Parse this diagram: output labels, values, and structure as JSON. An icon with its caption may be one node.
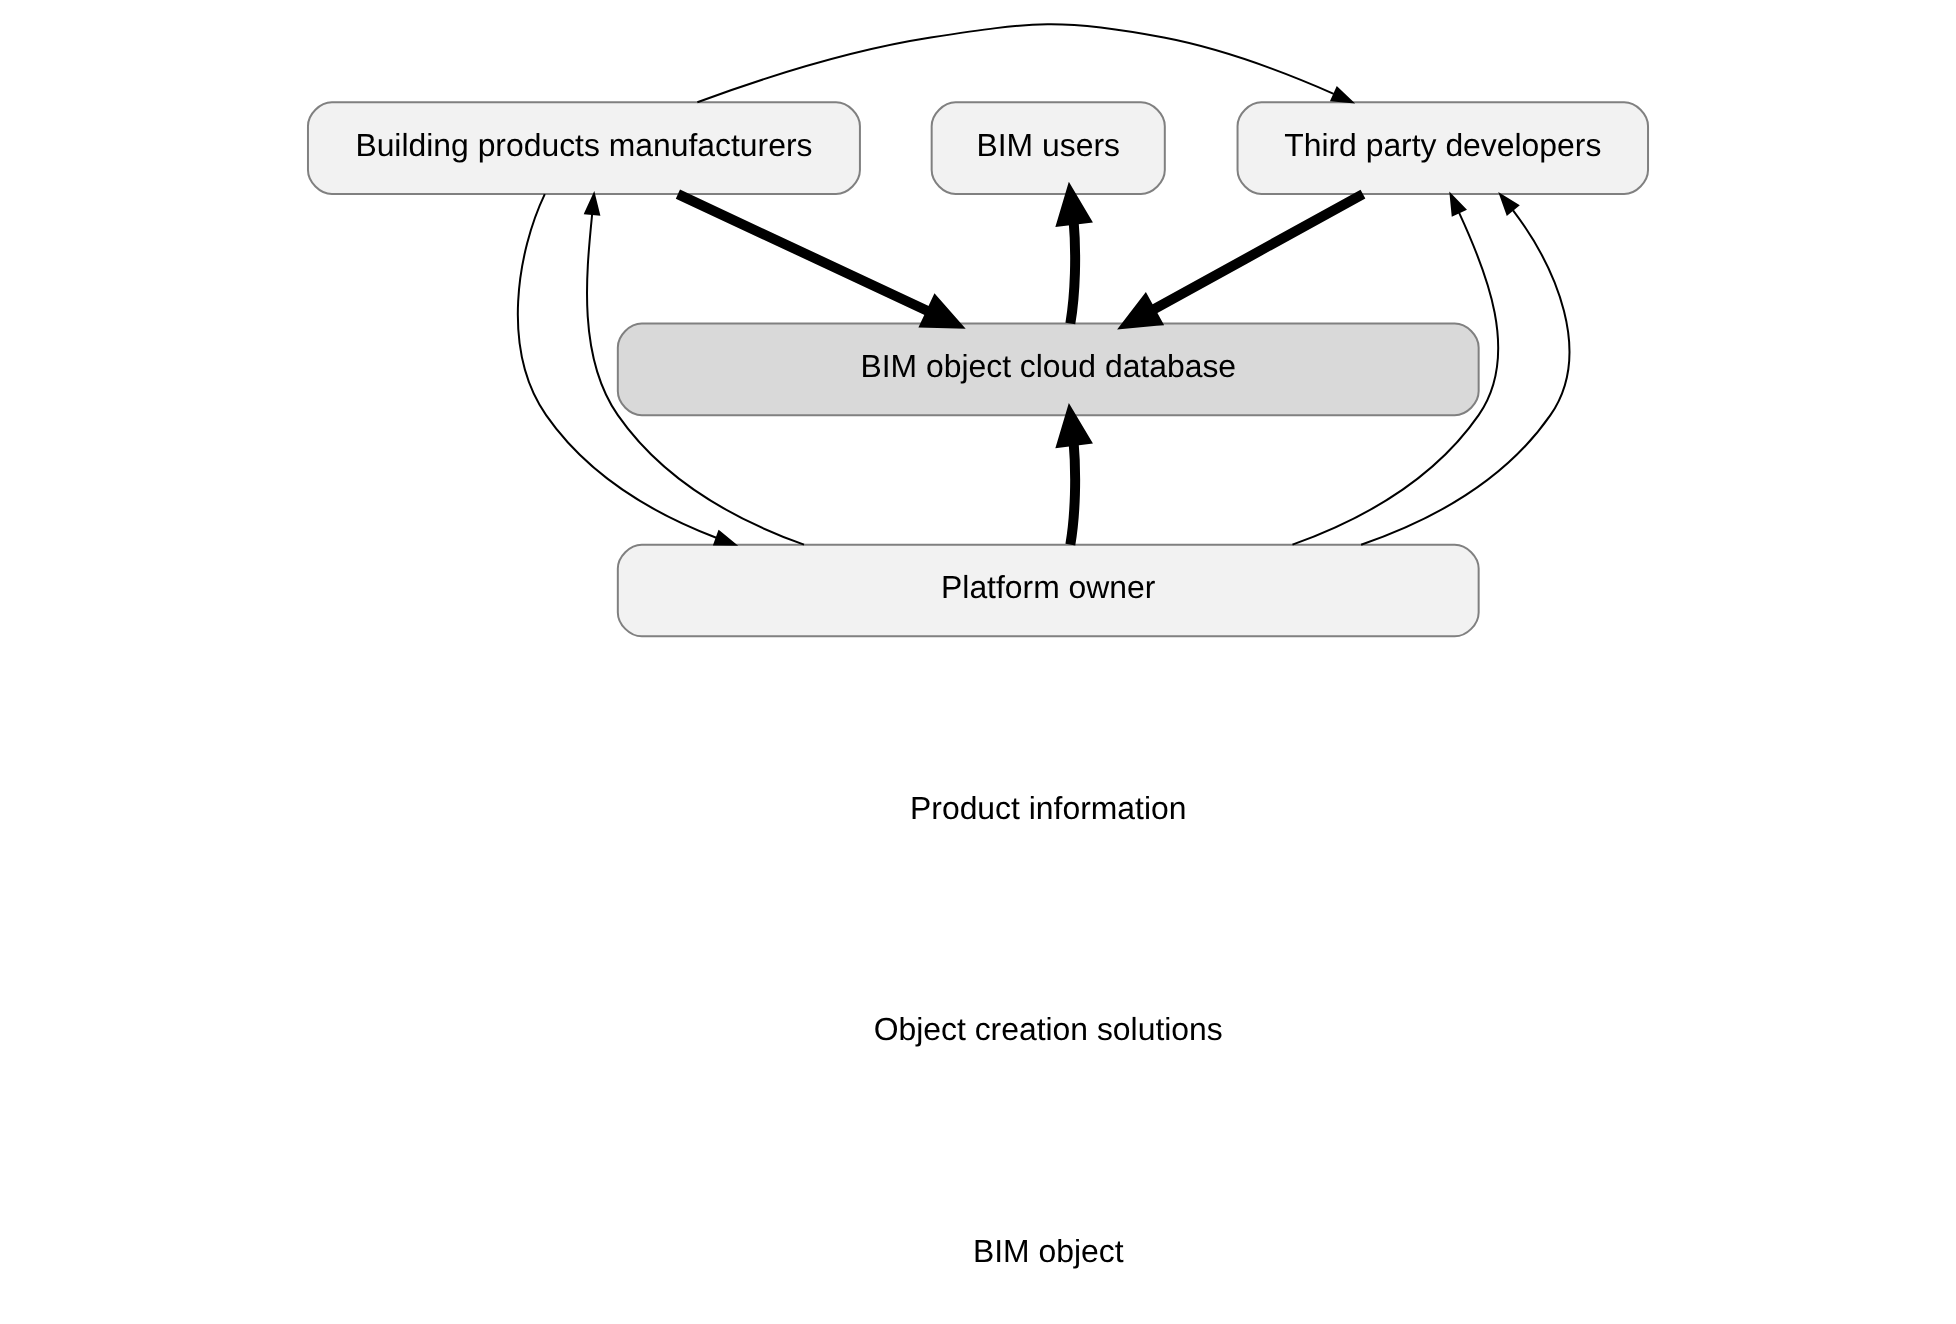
{
  "diagram": {
    "nodes": [
      {
        "text": [
          "Building products manufacturers"
        ]
      },
      {
        "text": [
          "BIM users"
        ]
      },
      {
        "text": [
          "Third party developers"
        ]
      },
      {
        "text": [
          "BIM object cloud database"
        ]
      },
      {
        "text": [
          "Platform owner"
        ]
      }
    ],
    "edges": [
      {
        "from": 0,
        "to": 2,
        "arrow": "to"
      },
      {
        "from": 0,
        "to": 4,
        "arrow": "to"
      },
      {
        "from": 4,
        "to": 0,
        "arrow": "to"
      },
      {
        "from": 0,
        "to": 3,
        "arrow": "to",
        "style": "thick"
      },
      {
        "from": 3,
        "to": 1,
        "arrow": "to",
        "style": "thick"
      },
      {
        "from": 2,
        "to": 3,
        "arrow": "to",
        "style": "thick"
      },
      {
        "from": 4,
        "to": 3,
        "arrow": "to",
        "style": "thick"
      },
      {
        "from": 4,
        "to": 2,
        "arrow": "to"
      },
      {
        "from": 4,
        "to": 2,
        "arrow": "to"
      }
    ],
    "legend": [
      {
        "text": "Product information"
      },
      {
        "text": "Object creation solutions"
      },
      {
        "text": "BIM object"
      }
    ]
  }
}
